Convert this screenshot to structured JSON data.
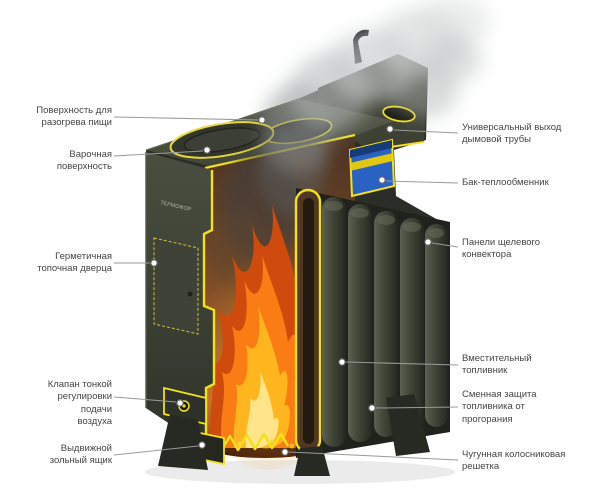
{
  "labels": {
    "left": [
      {
        "text": "Поверхность для разогрева пищи"
      },
      {
        "text": "Варочная поверхность"
      },
      {
        "text": "Герметичная топочная дверца"
      },
      {
        "text": "Клапан тонкой регулировки подачи воздуха"
      },
      {
        "text": "Выдвижной зольный ящик"
      }
    ],
    "right": [
      {
        "text": "Универсальный выход дымовой трубы"
      },
      {
        "text": "Бак-теплообменник"
      },
      {
        "text": "Панели щелевого конвектора"
      },
      {
        "text": "Вместительный топливник"
      },
      {
        "text": "Сменная защита топливника от прогорания"
      },
      {
        "text": "Чугунная колосниковая решетка"
      }
    ]
  },
  "stove": {
    "logo": "ТЕРМОФОР"
  },
  "colors": {
    "cut_highlight": "#f2e11c",
    "body_dark": "#3e4137",
    "flame_orange": "#f97c15",
    "tank_blue": "#2a62c4",
    "label_text": "#454545",
    "leader_line": "#9a9a9a"
  }
}
